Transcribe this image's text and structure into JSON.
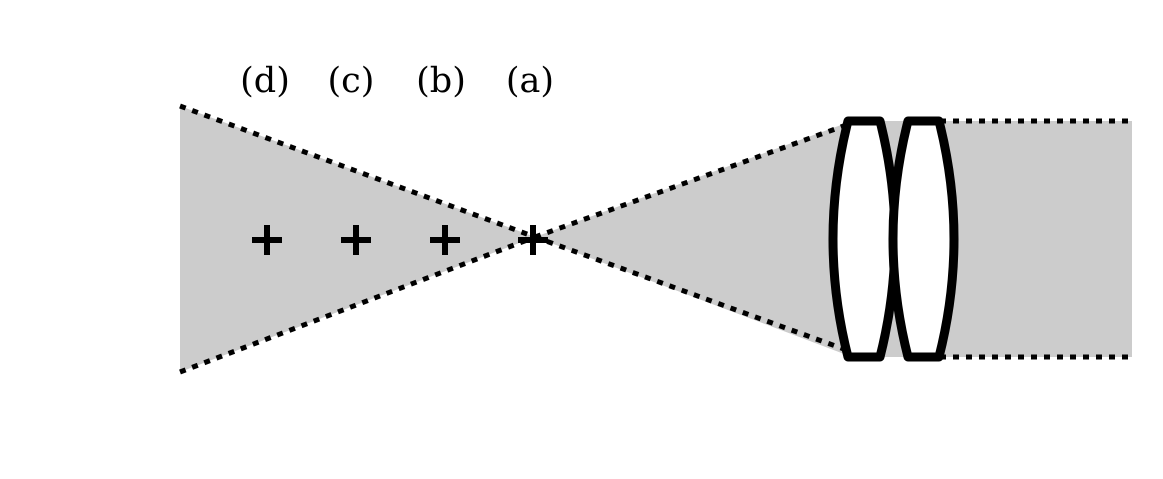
{
  "diagram": {
    "labels": {
      "d": "(d)",
      "c": "(c)",
      "b": "(b)",
      "a": "(a)"
    },
    "markers": [
      "plus-marker-d",
      "plus-marker-c",
      "plus-marker-b",
      "plus-marker-a"
    ],
    "colors": {
      "beam_fill": "#cccccc",
      "stroke": "#000000",
      "lens_fill": "#ffffff",
      "background": "#ffffff"
    }
  }
}
